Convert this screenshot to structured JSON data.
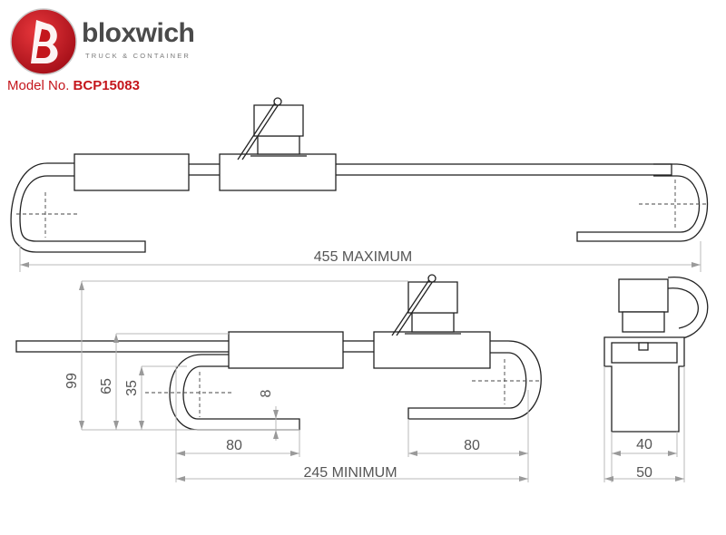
{
  "brand": {
    "name": "bloxwich",
    "tagline": "TRUCK & CONTAINER",
    "logo_icon": "bloxwich-b-icon",
    "logo_color": "#c4161c"
  },
  "model": {
    "label": "Model No.",
    "number": "BCP15083"
  },
  "dimensions": {
    "overall_max": "455 MAXIMUM",
    "overall_min": "245 MINIMUM",
    "height_99": "99",
    "height_65": "65",
    "height_35": "35",
    "lip_8": "8",
    "hook_left_80": "80",
    "hook_right_80": "80",
    "side_inner_40": "40",
    "side_outer_50": "50"
  }
}
